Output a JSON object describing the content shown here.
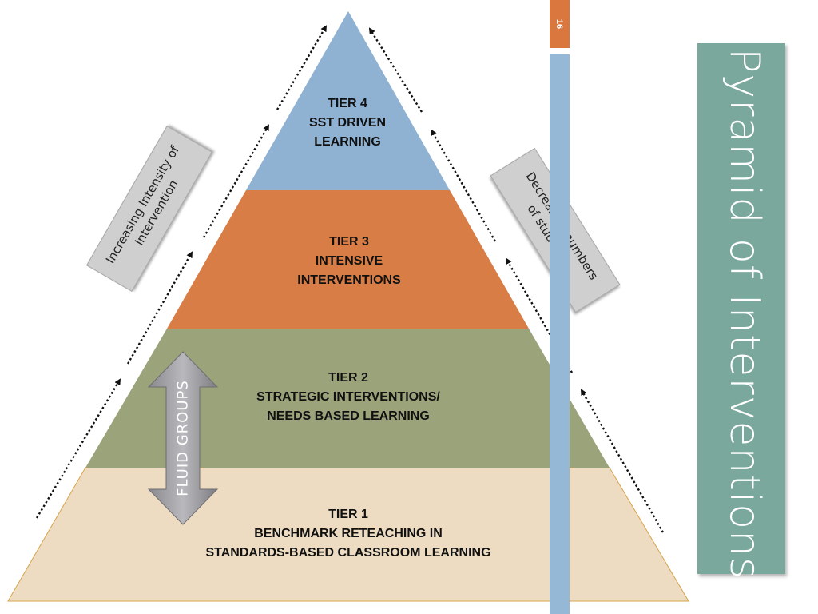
{
  "slide": {
    "title": "Pyramid of Interventions",
    "page_number": "16"
  },
  "tiers": [
    {
      "lines": [
        "TIER 4",
        "SST DRIVEN",
        "LEARNING"
      ],
      "color": "#8fb2d3"
    },
    {
      "lines": [
        "TIER 3",
        "INTENSIVE",
        "INTERVENTIONS"
      ],
      "color": "#d77d45"
    },
    {
      "lines": [
        "TIER 2",
        "STRATEGIC INTERVENTIONS/",
        "NEEDS BASED LEARNING"
      ],
      "color": "#9aa37a"
    },
    {
      "lines": [
        "TIER 1",
        "BENCHMARK RETEACHING IN",
        "STANDARDS-BASED CLASSROOM LEARNING"
      ],
      "color": "#eddcc2"
    }
  ],
  "left_label": {
    "line1": "Increasing Intensity of",
    "line2": "Intervention"
  },
  "right_label": {
    "line1": "Decreasing numbers",
    "line2": "of students"
  },
  "fluid_groups": "FLUID GROUPS",
  "colors": {
    "accent_orange": "#d9773f",
    "blue_bar": "#94b8d6",
    "title_panel": "#7aa89d"
  }
}
